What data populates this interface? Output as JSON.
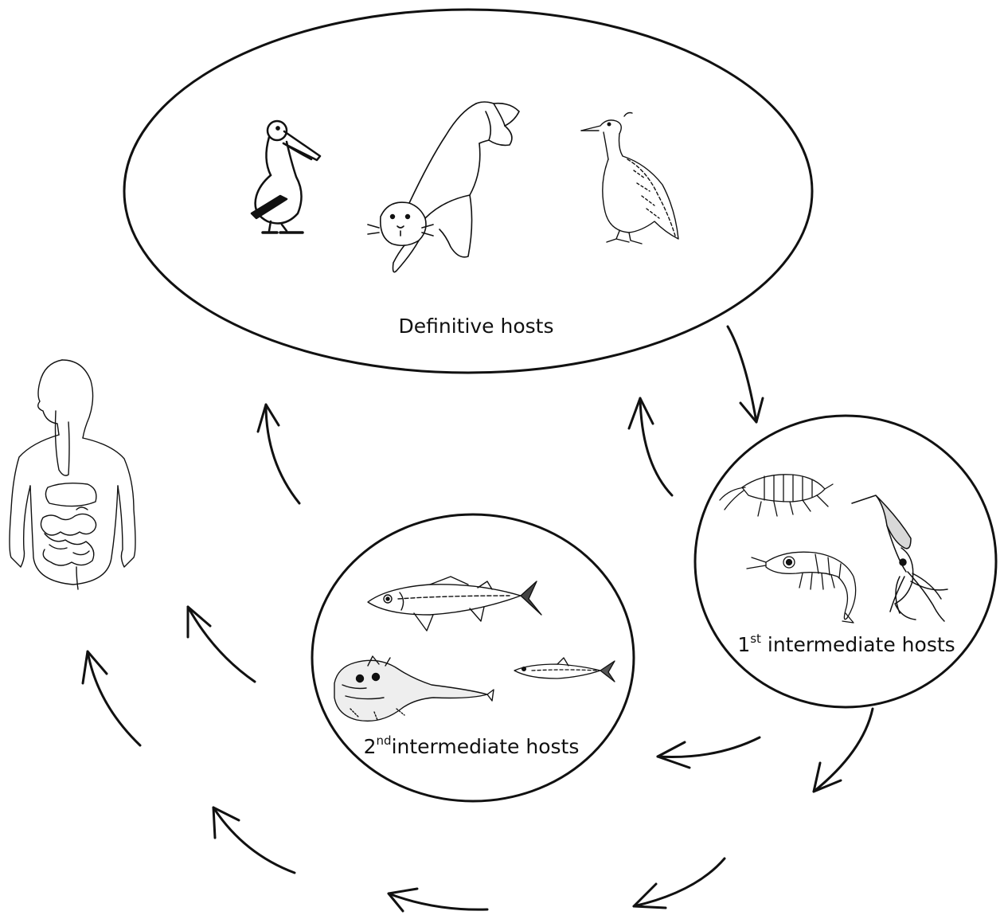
{
  "labels": {
    "definitive": "Definitive hosts",
    "first_ord": "1",
    "first_sup": "st",
    "first_rest": " intermediate  hosts",
    "second_ord": "2",
    "second_sup": "nd",
    "second_rest": "intermediate  hosts"
  },
  "groups": {
    "definitive_hosts": [
      "pelican",
      "seal",
      "cormorant"
    ],
    "first_intermediate_hosts": [
      "amphipod",
      "squid",
      "shrimp"
    ],
    "second_intermediate_hosts": [
      "mackerel",
      "anglerfish",
      "anchovy"
    ],
    "accidental_host": "human"
  },
  "colors": {
    "ink": "#111111",
    "background": "#ffffff"
  }
}
